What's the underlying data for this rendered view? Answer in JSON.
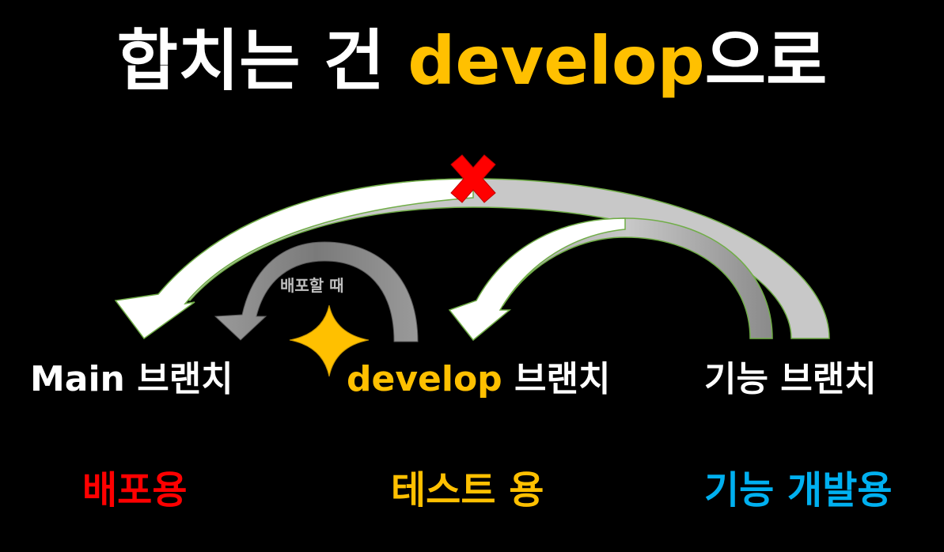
{
  "title": {
    "lead": "합치는 건 ",
    "accent": "develop",
    "tail": "으로"
  },
  "branches": {
    "main": {
      "name": "Main",
      "suffix": " 브랜치"
    },
    "develop": {
      "name": "develop",
      "suffix": " 브랜치"
    },
    "feature": {
      "label": "기능 브랜치"
    }
  },
  "release_note": "배포할 때",
  "purposes": {
    "main": {
      "label": "배포용",
      "color": "#ff0000"
    },
    "develop": {
      "label": "테스트 용",
      "color": "#ffc000"
    },
    "feature": {
      "label": "기능 개발용",
      "color": "#00b0f0"
    }
  },
  "colors": {
    "background": "#000000",
    "accent": "#ffc000",
    "forbidden_mark": "#ff0000",
    "merge_arrow_fill": "#ffffff",
    "release_arrow_fill": "#8c8c8c",
    "arrow_outline": "#70ad47"
  },
  "icons": {
    "forbidden": "x-mark-icon",
    "release": "four-point-star-icon"
  }
}
